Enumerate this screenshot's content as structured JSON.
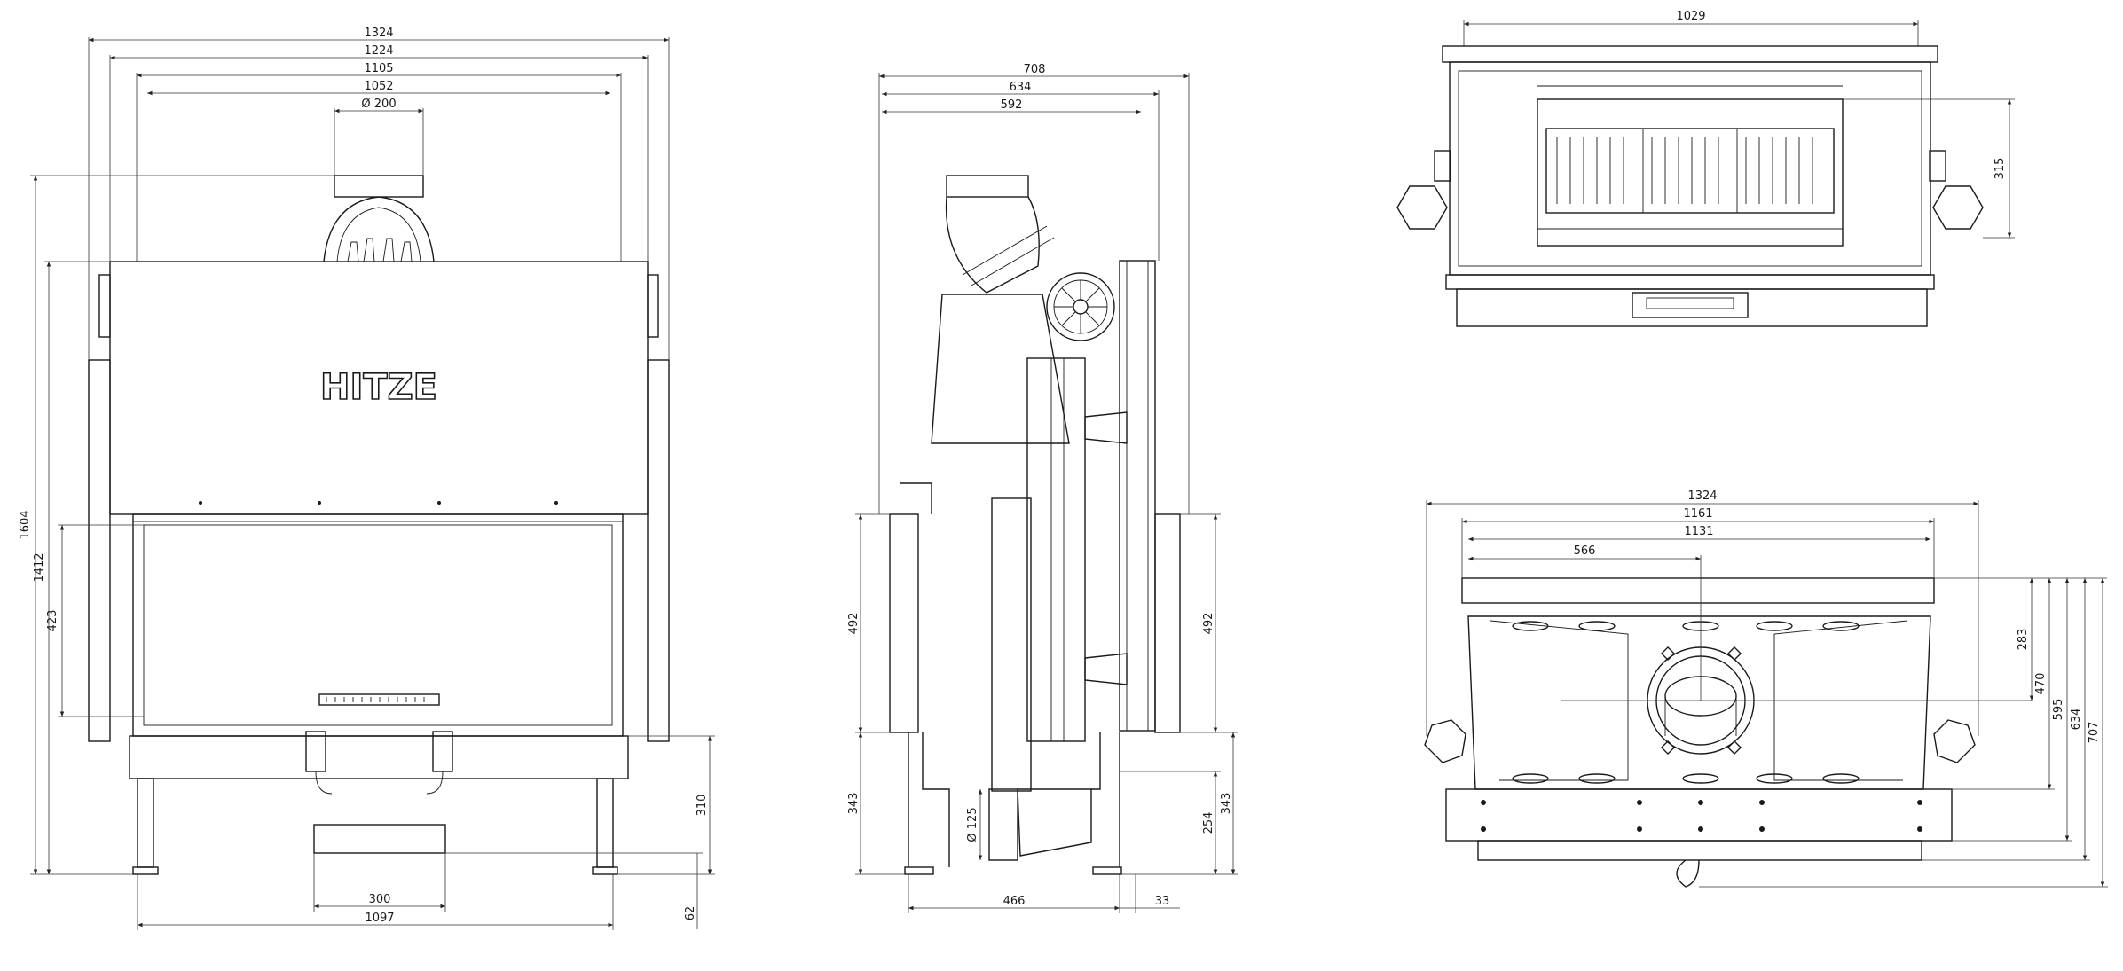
{
  "brand": "HITZE",
  "colors": {
    "line": "#1a1a1a",
    "background": "#ffffff"
  },
  "front": {
    "dims": {
      "w1324": "1324",
      "w1224": "1224",
      "w1105": "1105",
      "w1052": "1052",
      "flue": "Ø 200",
      "h1604": "1604",
      "h1412": "1412",
      "h423": "423",
      "h310": "310",
      "w300": "300",
      "w1097": "1097",
      "h62": "62"
    }
  },
  "side": {
    "dims": {
      "w708": "708",
      "w634": "634",
      "w592": "592",
      "h492l": "492",
      "h492r": "492",
      "h343l": "343",
      "h343r": "343",
      "h254": "254",
      "air": "Ø 125",
      "w466": "466",
      "w33": "33"
    }
  },
  "top": {
    "dims": {
      "w1029": "1029",
      "h315": "315"
    }
  },
  "bottom": {
    "dims": {
      "w1324": "1324",
      "w1161": "1161",
      "w1131": "1131",
      "w566": "566",
      "h283": "283",
      "h470": "470",
      "h595": "595",
      "h634": "634",
      "h707": "707"
    }
  }
}
